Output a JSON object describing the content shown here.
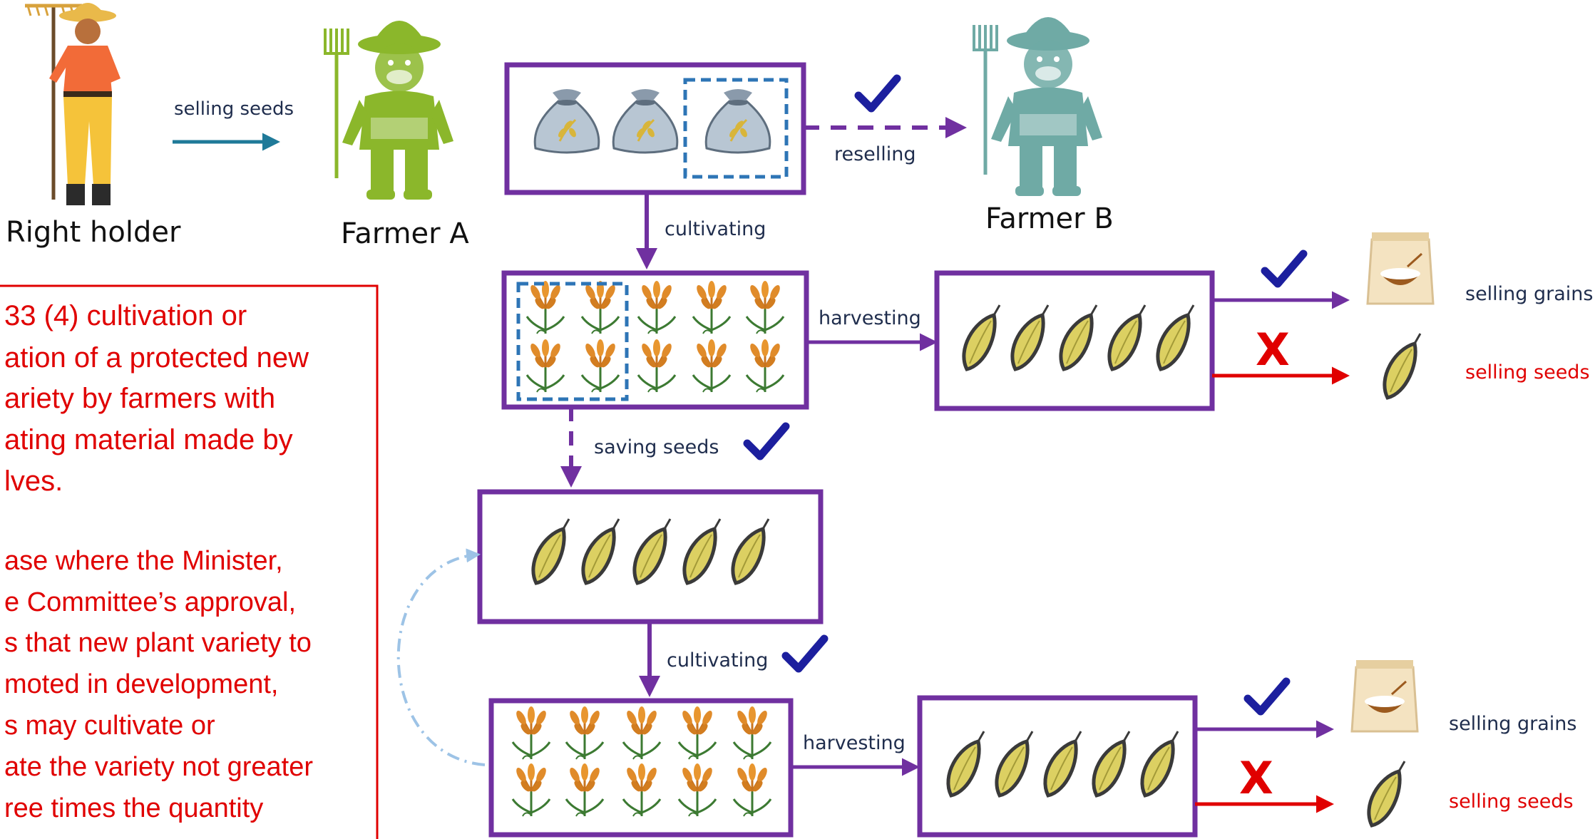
{
  "actors": {
    "right_holder": "Right holder",
    "farmer_a": "Farmer A",
    "farmer_b": "Farmer B"
  },
  "edges": {
    "selling_seeds_top": "selling seeds",
    "reselling": "reselling",
    "cultivating_1": "cultivating",
    "harvesting_1": "harvesting",
    "saving_seeds": "saving seeds",
    "cultivating_2": "cultivating",
    "harvesting_2": "harvesting"
  },
  "outcomes": {
    "row1_grains": "selling grains",
    "row1_seeds": "selling seeds",
    "row2_grains": "selling grains",
    "row2_seeds": "selling seeds",
    "check_mark": "✔",
    "cross_mark": "X"
  },
  "note": {
    "title_lines": [
      "33 (4) cultivation or",
      "ation of a protected new",
      "ariety by farmers with",
      "ating material made by",
      "lves."
    ],
    "body_lines": [
      "ase where the Minister,",
      "e Committee’s approval,",
      "s that new plant variety to",
      "moted in development,",
      "s may cultivate or",
      "ate the variety not greater",
      "ree times the quantity"
    ]
  },
  "colors": {
    "purple": "#7030a0",
    "dashed_blue": "#2e75b6",
    "teal_arrow": "#1f7a99",
    "check_navy": "#1c1f9e",
    "red": "#e00000",
    "label_navy": "#1f2d4d",
    "dotted_lightblue": "#9dc3e6"
  },
  "icons": {
    "right_holder": "farmer-with-rake-icon",
    "farmer_a": "farmer-with-pitchfork-icon",
    "farmer_b": "farmer-with-pitchfork-icon",
    "seed_bag": "seed-bag-icon",
    "wheat": "wheat-plant-icon",
    "seed": "seed-icon",
    "grain_bag": "rice-bag-icon"
  }
}
